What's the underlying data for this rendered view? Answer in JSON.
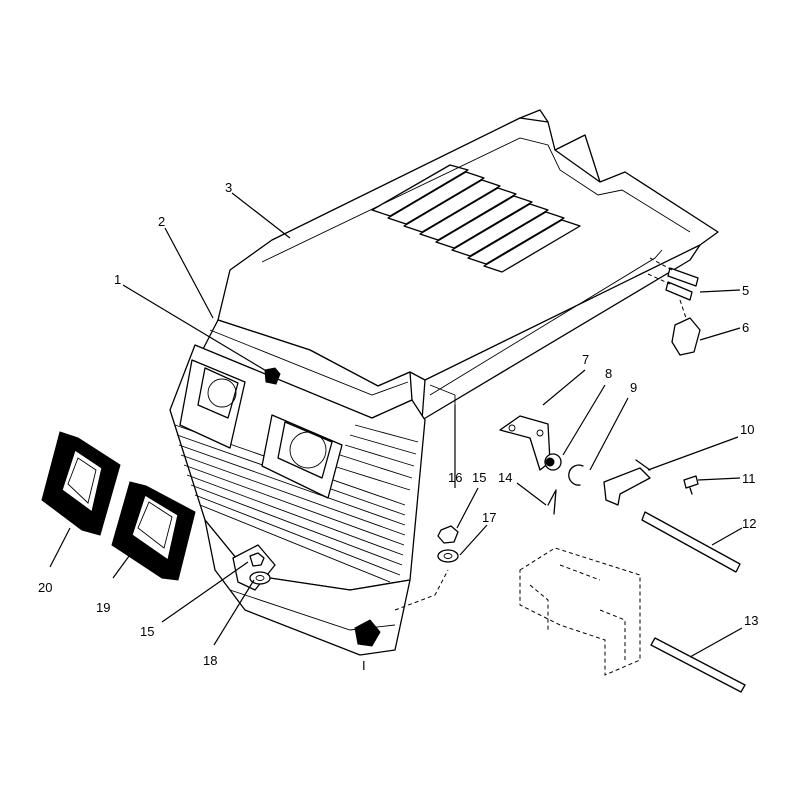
{
  "callouts": [
    {
      "id": "1",
      "text": "1"
    },
    {
      "id": "2",
      "text": "2"
    },
    {
      "id": "3",
      "text": "3"
    },
    {
      "id": "5",
      "text": "5"
    },
    {
      "id": "6",
      "text": "6"
    },
    {
      "id": "7",
      "text": "7"
    },
    {
      "id": "8",
      "text": "8"
    },
    {
      "id": "9",
      "text": "9"
    },
    {
      "id": "10",
      "text": "10"
    },
    {
      "id": "11",
      "text": "11"
    },
    {
      "id": "12",
      "text": "12"
    },
    {
      "id": "13",
      "text": "13"
    },
    {
      "id": "14",
      "text": "14"
    },
    {
      "id": "15a",
      "text": "15"
    },
    {
      "id": "15b",
      "text": "15"
    },
    {
      "id": "16",
      "text": "16"
    },
    {
      "id": "17",
      "text": "17"
    },
    {
      "id": "18",
      "text": "18"
    },
    {
      "id": "19",
      "text": "19"
    },
    {
      "id": "20",
      "text": "20"
    },
    {
      "id": "i",
      "text": "I"
    }
  ]
}
